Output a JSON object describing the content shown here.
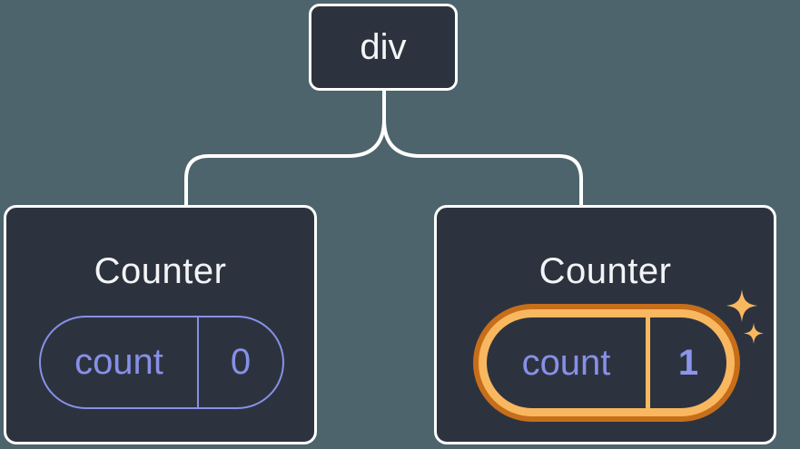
{
  "diagram": {
    "root": {
      "label": "div"
    },
    "counters": [
      {
        "title": "Counter",
        "state": {
          "key": "count",
          "value": "0"
        },
        "highlighted": false
      },
      {
        "title": "Counter",
        "state": {
          "key": "count",
          "value": "1"
        },
        "highlighted": true
      }
    ],
    "icons": {
      "highlight": "sparkles-icon"
    }
  },
  "colors": {
    "background": "#4d646d",
    "card": "#2d333e",
    "card_border": "#ffffff",
    "connector": "#ffffff",
    "state_purple": "#8790e8",
    "value_purple": "#8c95ec",
    "highlight_orange": "#f9b85f",
    "highlight_orange_dark": "#c76e1b",
    "title_text": "#f3f4f6"
  }
}
